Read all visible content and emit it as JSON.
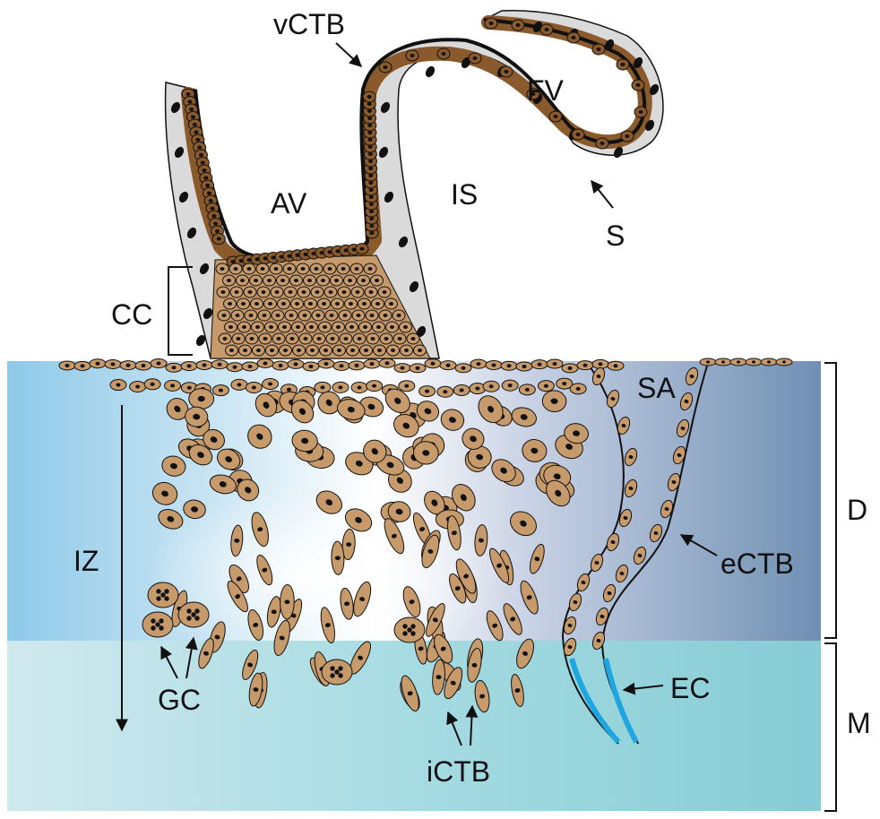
{
  "labels": {
    "vctb": "vCTB",
    "fv": "FV",
    "av": "AV",
    "is": "IS",
    "s": "S",
    "cc": "CC",
    "sa": "SA",
    "d": "D",
    "iz": "IZ",
    "ectb": "eCTB",
    "ec": "EC",
    "gc": "GC",
    "m": "M",
    "ictb": "iCTB"
  },
  "colors": {
    "decidua_left": "#8ec9e8",
    "decidua_center": "#ffffff",
    "decidua_right": "#6f8fb3",
    "myometrium_left": "#cfe9ee",
    "myometrium_right": "#86ccd5",
    "cell_fill": "#c79a6b",
    "villous_cell_fill": "#8a5a2c",
    "nucleus": "#111111",
    "stroma": "#d9d9d9",
    "endothelium": "#1fa6e0",
    "outline": "#111111"
  },
  "icons": {
    "arrow": "arrow-icon",
    "bracket": "bracket-icon"
  }
}
